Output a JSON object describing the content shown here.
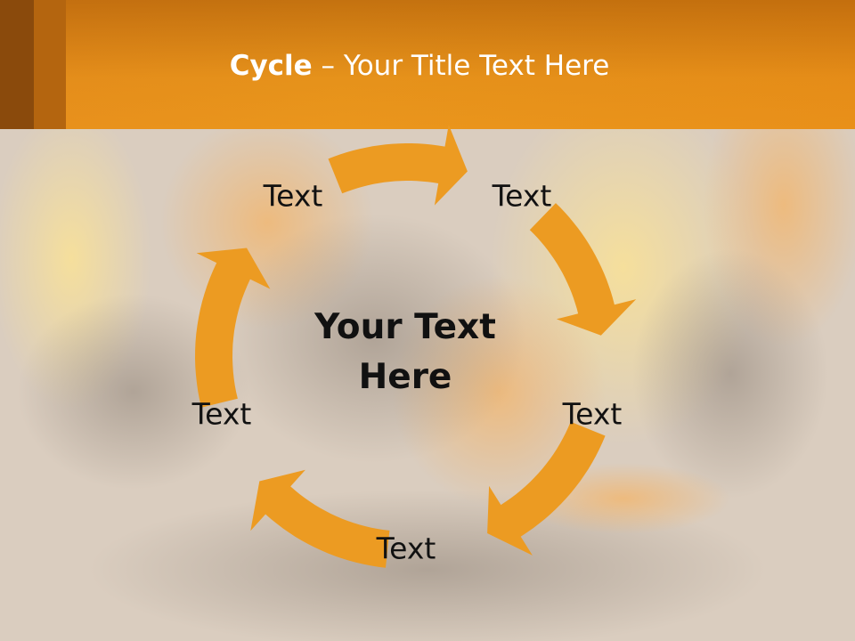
{
  "title": {
    "bold": "Cycle",
    "rest": " – Your Title Text Here"
  },
  "center_text": {
    "line1": "Your Text",
    "line2": "Here"
  },
  "nodes": [
    "Text",
    "Text",
    "Text",
    "Text",
    "Text"
  ],
  "colors": {
    "header": "#ea961c",
    "arrow": "#ec9b22",
    "background": "#d9cdc0",
    "text": "#111111"
  }
}
